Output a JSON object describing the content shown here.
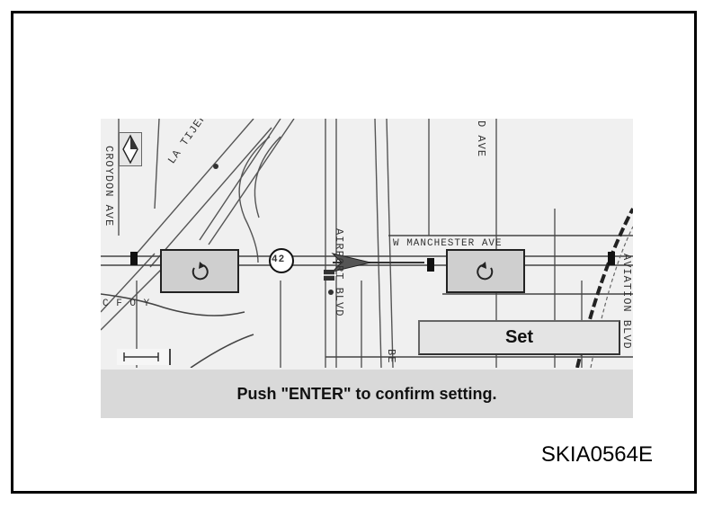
{
  "figure": {
    "code": "SKIA0564E"
  },
  "map": {
    "street_labels": {
      "croydon": "CROYDON AVE",
      "la_tijera": "LA TIJERA",
      "airport": "AIRPORT BLVD",
      "manchester": "W MANCHESTER AVE",
      "aviation": "AVIATION BLVD",
      "d_ave": "D AVE",
      "be": "BE",
      "route": "42",
      "cfo": "C F O Y"
    }
  },
  "controls": {
    "rotate_left_icon": "rotate-counterclockwise-icon",
    "rotate_right_icon": "rotate-clockwise-icon",
    "set_label": "Set"
  },
  "status": {
    "message": "Push \"ENTER\" to confirm setting."
  },
  "colors": {
    "map_bg": "#f0f0f0",
    "button": "#cfcfcf",
    "message_bar": "#d9d9d9"
  }
}
